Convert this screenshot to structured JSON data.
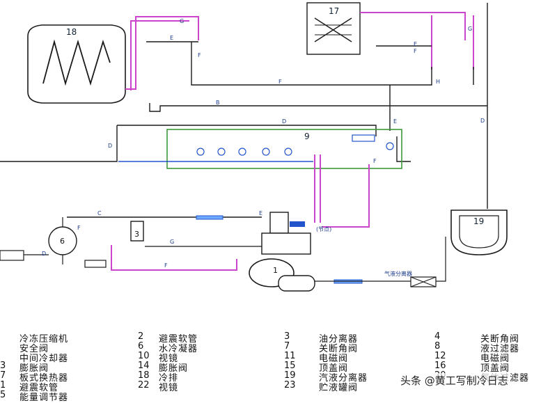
{
  "component_numbers": {
    "compressor": "1",
    "oil_separator": "3",
    "water_condenser": "6",
    "economizer": "9",
    "cold_store": "17",
    "liquid_receiver_cold": "18",
    "liquid_receiver": "19"
  },
  "pipe_labels": {
    "b": "B",
    "c": "C",
    "d": "D",
    "e": "E",
    "f": "F",
    "g": "G",
    "h": "H"
  },
  "gas_filter_label": "气液分离器",
  "pipe_note": "(节点)",
  "legend": [
    {
      "n": "",
      "t": "冷冻压缩机"
    },
    {
      "n": "2",
      "t": "避震软管"
    },
    {
      "n": "3",
      "t": "油分离器"
    },
    {
      "n": "4",
      "t": "关断角阀"
    },
    {
      "n": "",
      "t": "安全阀"
    },
    {
      "n": "6",
      "t": "水冷凝器"
    },
    {
      "n": "7",
      "t": "关断角阀"
    },
    {
      "n": "8",
      "t": "液过滤器"
    },
    {
      "n": "",
      "t": "中间冷却器"
    },
    {
      "n": "10",
      "t": "视镜"
    },
    {
      "n": "11",
      "t": "电磁阀"
    },
    {
      "n": "12",
      "t": "电磁阀"
    },
    {
      "n": "3",
      "t": "膨胀阀"
    },
    {
      "n": "14",
      "t": "膨胀阀"
    },
    {
      "n": "15",
      "t": "顶盖阀"
    },
    {
      "n": "16",
      "t": "顶盖阀"
    },
    {
      "n": "7",
      "t": "板式换热器"
    },
    {
      "n": "18",
      "t": "冷排"
    },
    {
      "n": "19",
      "t": "汽液分离器"
    },
    {
      "n": "20",
      "t": "气体过滤器"
    },
    {
      "n": "1",
      "t": "避震软管"
    },
    {
      "n": "22",
      "t": "视镜"
    },
    {
      "n": "23",
      "t": "贮液罐阀"
    },
    {
      "n": "",
      "t": ""
    },
    {
      "n": "5",
      "t": "能量调节器"
    }
  ],
  "watermark": "头条 @黄工写制冷日志",
  "colors": {
    "pipe_black": "#1a1a1a",
    "pipe_magenta": "#cc44cc",
    "pipe_blue": "#2255cc",
    "box_green": "#3a9a3a"
  }
}
